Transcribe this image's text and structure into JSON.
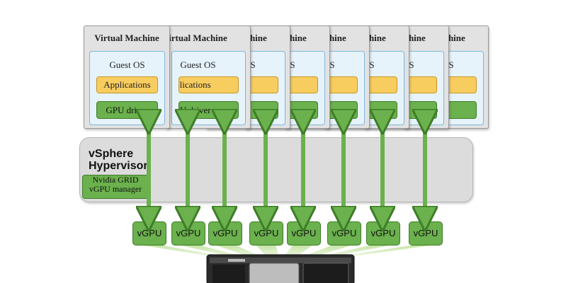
{
  "vm": {
    "title": "Virtual Machine",
    "guest_os": "Guest OS",
    "applications": "Applications",
    "gpu_driver": "GPU driver"
  },
  "hypervisor": {
    "title_line1": "vSphere",
    "title_line2": "Hypervisor",
    "manager_line1": "Nvidia GRID",
    "manager_line2": "vGPU manager"
  },
  "vgpu_label": "vGPU",
  "vgpu_count": 8,
  "colors": {
    "green": "#6bb14d",
    "green_border": "#3e7d28",
    "yellow": "#f8cd60",
    "guest_blue": "#e7f3fb",
    "vm_gray": "#e2e2e2",
    "hypervisor_gray": "#dcdcdc"
  }
}
